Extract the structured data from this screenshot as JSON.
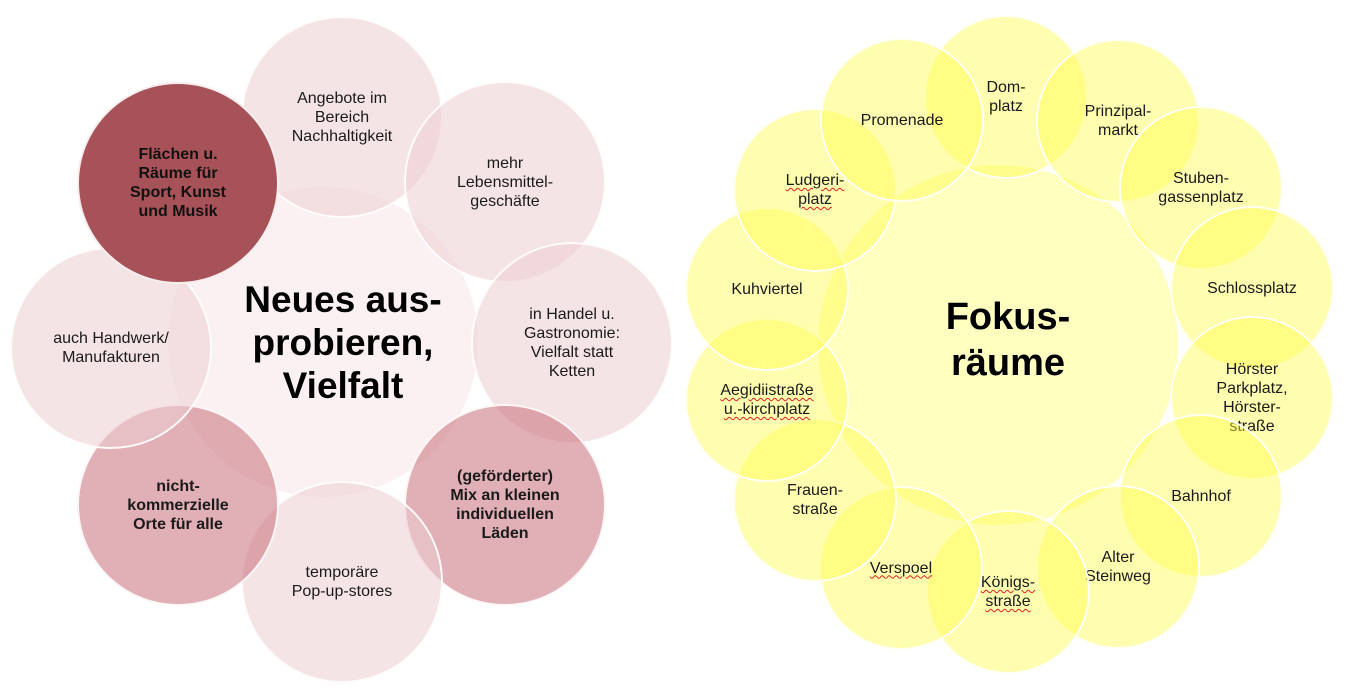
{
  "left_diagram": {
    "center_label": "Neues aus-\nprobieren,\nVielfalt",
    "items": [
      {
        "label": "Angebote im\nBereich\nNachhaltigkeit",
        "style": "outer",
        "bold": false
      },
      {
        "label": "mehr\nLebensmittel-\ngeschäfte",
        "style": "outer",
        "bold": false
      },
      {
        "label": "in Handel u.\nGastronomie:\nVielfalt statt\nKetten",
        "style": "outer",
        "bold": false
      },
      {
        "label": "(geförderter)\nMix an kleinen\nindividuellen\nLäden",
        "style": "mid",
        "bold": true
      },
      {
        "label": "temporäre\nPop-up-stores",
        "style": "outer",
        "bold": false
      },
      {
        "label": "nicht-\nkommerzielle\nOrte für alle",
        "style": "mid",
        "bold": true
      },
      {
        "label": "auch Handwerk/\nManufakturen",
        "style": "outer",
        "bold": false
      },
      {
        "label": "Flächen u.\nRäume für\nSport, Kunst\nund Musik",
        "style": "dark",
        "bold": true
      }
    ],
    "colors": {
      "center": "#fbf1f2",
      "outer": "#ecd0d4",
      "mid": "#cf8a93",
      "dark": "#a75258"
    }
  },
  "right_diagram": {
    "center_label": "Fokus-\nräume",
    "items": [
      {
        "label": "Dom-\nplatz"
      },
      {
        "label": "Prinzipal-\nmarkt"
      },
      {
        "label": "Stuben-\ngassenplatz"
      },
      {
        "label": "Schlossplatz"
      },
      {
        "label": "Hörster\nParkplatz,\nHörster-\nstraße"
      },
      {
        "label": "Bahnhof"
      },
      {
        "label": "Alter\nSteinweg"
      },
      {
        "label": "Königs-\nstraße"
      },
      {
        "label": "Verspoel"
      },
      {
        "label": "Frauen-\nstraße"
      },
      {
        "label": "Aegidiistraße\nu.-kirchplatz"
      },
      {
        "label": "Kuhviertel"
      },
      {
        "label": "Ludgeri-\nplatz"
      },
      {
        "label": "Promenade"
      }
    ],
    "colors": {
      "center": "#ffffc0",
      "outer": "#ffff66"
    }
  }
}
